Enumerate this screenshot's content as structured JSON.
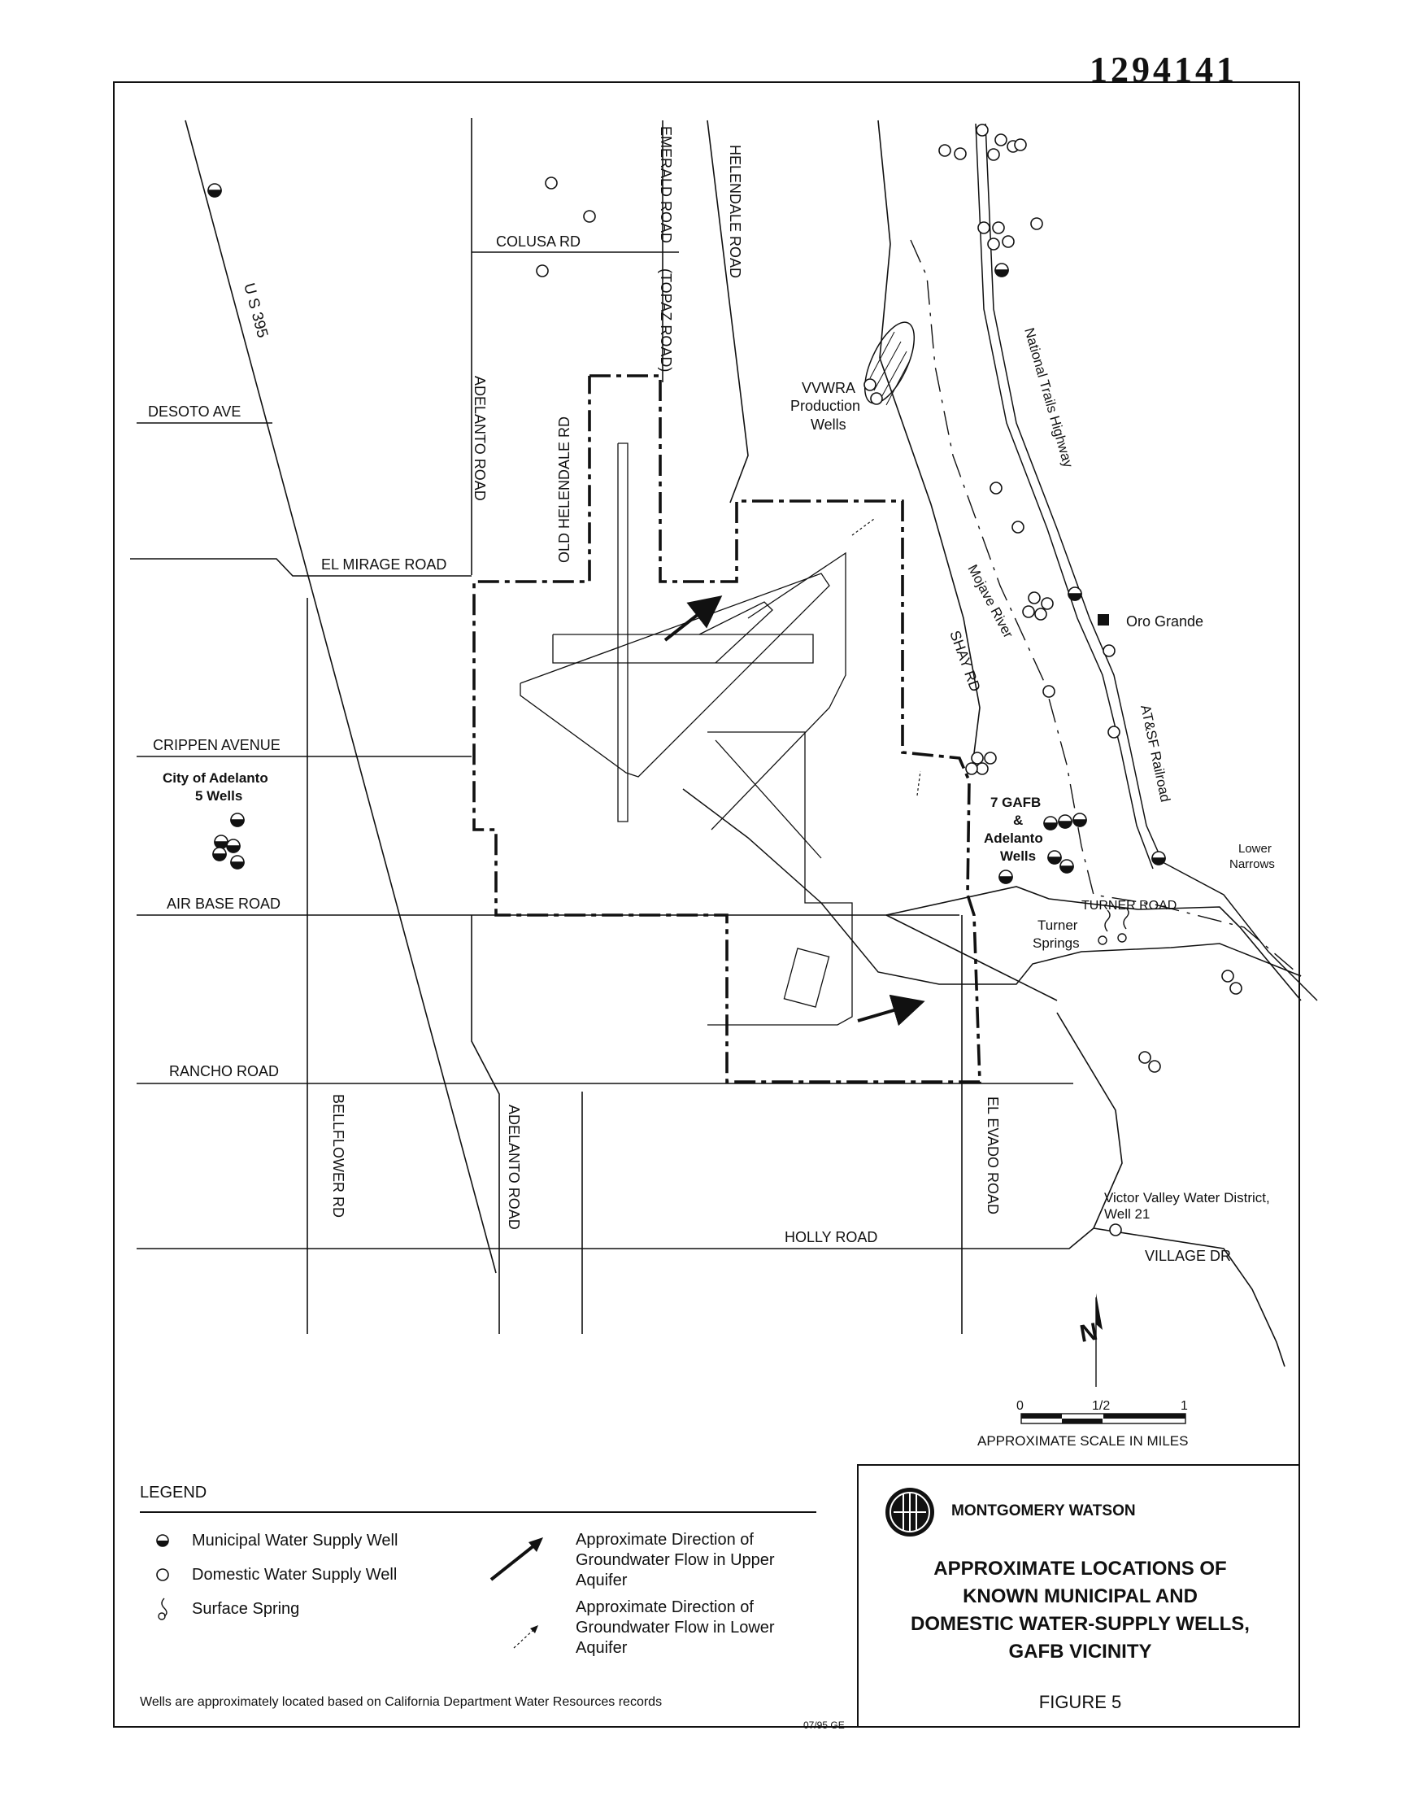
{
  "document_number": "1294141",
  "roads": {
    "us395": "U S 395",
    "colusa": "COLUSA RD",
    "emerald": "EMERALD ROAD",
    "topaz": "(TOPAZ ROAD)",
    "helendale": "HELENDALE ROAD",
    "desoto": "DESOTO AVE",
    "adelanto_north": "ADELANTO ROAD",
    "old_helendale": "OLD HELENDALE RD",
    "el_mirage": "EL MIRAGE ROAD",
    "crippen": "CRIPPEN AVENUE",
    "air_base": "AIR  BASE  ROAD",
    "rancho": "RANCHO ROAD",
    "bellflower": "BELLFLOWER RD",
    "adelanto_south": "ADELANTO ROAD",
    "el_evado": "EL EVADO ROAD",
    "holly": "HOLLY ROAD",
    "village": "VILLAGE DR",
    "turner": "TURNER  ROAD",
    "shay": "SHAY RD",
    "national_trails": "National Trails Highway",
    "atsf": "AT&SF Railroad",
    "mojave": "Mojave River"
  },
  "places": {
    "vvwra": [
      "VVWRA",
      "Production",
      "Wells"
    ],
    "oro_grande": "Oro Grande",
    "adelanto_wells": [
      "City of Adelanto",
      "5 Wells"
    ],
    "gafb_wells": [
      "7 GAFB",
      "&",
      "Adelanto",
      "Wells"
    ],
    "turner_springs": [
      "Turner",
      "Springs"
    ],
    "lower_narrows": [
      "Lower",
      "Narrows"
    ],
    "vvwd_well": [
      "Victor Valley Water District,",
      "Well 21"
    ]
  },
  "scale": {
    "ticks": [
      "0",
      "1/2",
      "1"
    ],
    "caption": "APPROXIMATE SCALE IN MILES",
    "north": "N"
  },
  "legend": {
    "title": "LEGEND",
    "municipal": "Municipal Water Supply Well",
    "domestic": "Domestic Water Supply Well",
    "spring": "Surface Spring",
    "upper_flow": [
      "Approximate Direction of",
      "Groundwater Flow in Upper",
      "Aquifer"
    ],
    "lower_flow": [
      "Approximate Direction of",
      "Groundwater Flow in Lower",
      "Aquifer"
    ],
    "note": "Wells are approximately located based on California Department Water Resources records",
    "date": "07/95 GE"
  },
  "titleblock": {
    "company": "MONTGOMERY WATSON",
    "title": [
      "APPROXIMATE LOCATIONS OF",
      "KNOWN MUNICIPAL AND",
      "DOMESTIC WATER-SUPPLY WELLS,",
      "GAFB VICINITY"
    ],
    "figure": "FIGURE 5"
  }
}
